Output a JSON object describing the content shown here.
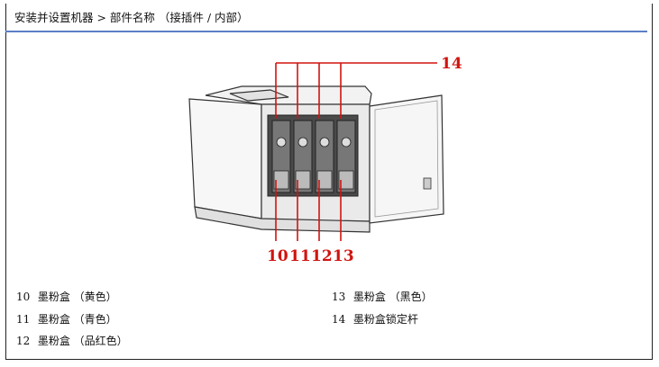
{
  "header": {
    "breadcrumb_title": "安装并设置机器 > 部件名称 （接插件 / 内部）"
  },
  "figure": {
    "callout_top": "14",
    "callouts_bottom": [
      "10",
      "11",
      "12",
      "13"
    ]
  },
  "legend": {
    "left": [
      {
        "num": "10",
        "label": "墨粉盒 （黄色）"
      },
      {
        "num": "11",
        "label": "墨粉盒 （青色）"
      },
      {
        "num": "12",
        "label": "墨粉盒 （品红色）"
      }
    ],
    "right": [
      {
        "num": "13",
        "label": "墨粉盒 （黑色）"
      },
      {
        "num": "14",
        "label": "墨粉盒锁定杆"
      }
    ]
  },
  "colors": {
    "header_rule": "#5b7fc6",
    "callout": "#d0140f"
  }
}
